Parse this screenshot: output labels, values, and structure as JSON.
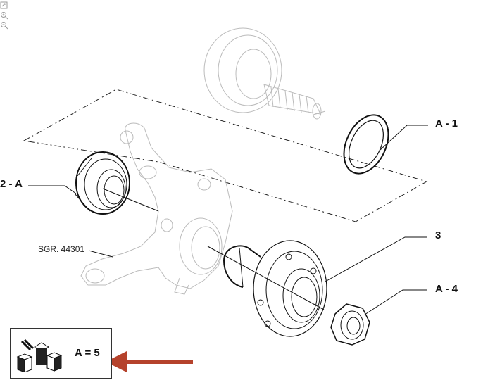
{
  "toolbar": {
    "tools": [
      {
        "name": "fit-page-icon"
      },
      {
        "name": "zoom-in-icon"
      },
      {
        "name": "zoom-out-icon"
      }
    ]
  },
  "diagram": {
    "labels": {
      "a1": "A - 1",
      "two_a": "2 - A",
      "three": "3",
      "a4": "A - 4",
      "sgr": "SGR. 44301"
    },
    "legend": {
      "text": "A = 5",
      "arrow_color": "#b5422c"
    }
  }
}
